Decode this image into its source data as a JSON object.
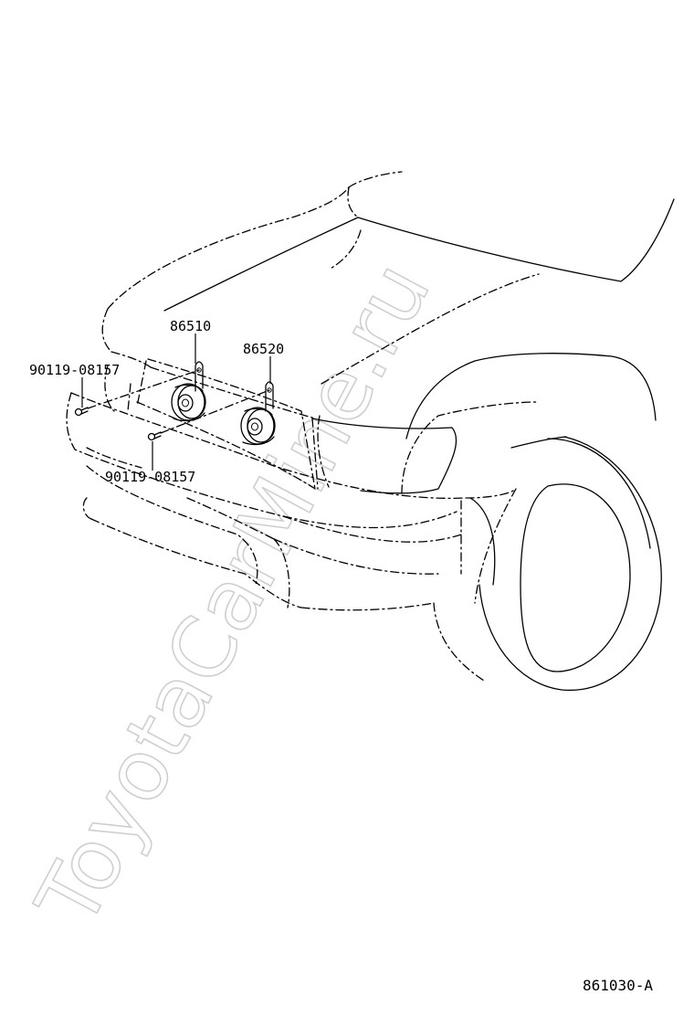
{
  "watermark": "ToyotaCarMine.ru",
  "parts": {
    "horn_high": {
      "number": "86510"
    },
    "horn_low": {
      "number": "86520"
    },
    "bolt_upper": {
      "number": "90119-08157"
    },
    "bolt_lower": {
      "number": "90119-08157"
    }
  },
  "diagram_code": "861030-A"
}
